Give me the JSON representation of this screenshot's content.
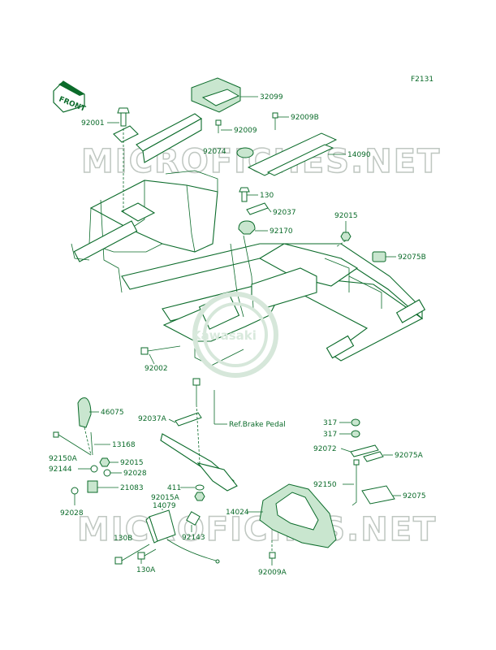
{
  "figure_code": "F2131",
  "front_label": "FRONT",
  "watermark": "MICROFICHES.NET",
  "seal_text": "Kawasaki",
  "colors": {
    "ink": "#0b6b2a",
    "fill": "#c9e6cf",
    "watermark": "#bfc7c1"
  },
  "labels": {
    "p32099": "32099",
    "p92009": "92009",
    "p92009b": "92009B",
    "p92001": "92001",
    "p92074": "92074",
    "p14090": "14090",
    "p130": "130",
    "p92037": "92037",
    "p92015a": "92015",
    "p92170": "92170",
    "p92075b": "92075B",
    "p92002": "92002",
    "p46075": "46075",
    "p92037a": "92037A",
    "ref_brake": "Ref.Brake Pedal",
    "p317a": "317",
    "p317b": "317",
    "p13168": "13168",
    "p92150a": "92150A",
    "p92015b": "92015",
    "p92144": "92144",
    "p92028a": "92028",
    "p92072": "92072",
    "p92075a": "92075A",
    "p21083": "21083",
    "p92150": "92150",
    "p92028b": "92028",
    "p411": "411",
    "p92015A": "92015A",
    "p14079": "14079",
    "p92075": "92075",
    "p14024": "14024",
    "p92143": "92143",
    "p130b": "130B",
    "p130a": "130A",
    "p92009a": "92009A"
  }
}
